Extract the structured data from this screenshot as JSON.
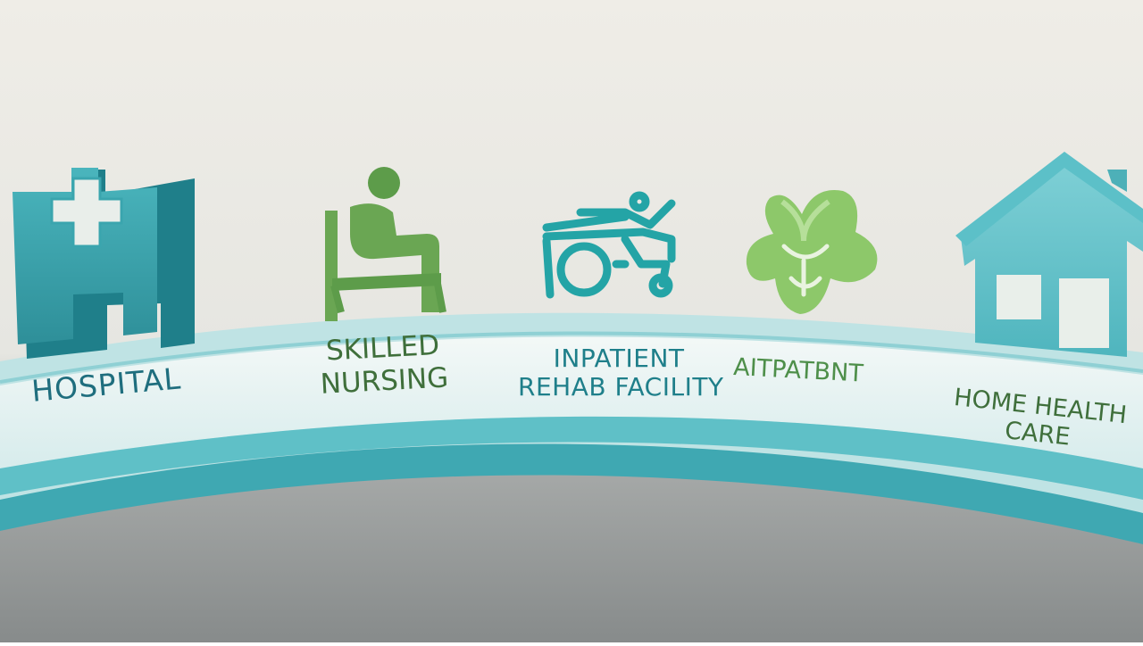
{
  "labels": {
    "hospital": "HOSPITAL",
    "skilled_nursing": [
      "SKILLED",
      "NURSING"
    ],
    "inpatient_rehab": [
      "INPATIENT",
      "REHAB FACILITY"
    ],
    "outpatient": "AITPATBNT",
    "home_health": [
      "HOME HEALTH",
      "CARE"
    ]
  },
  "icons": [
    "hospital-cross-icon",
    "seated-person-icon",
    "wheelchair-person-icon",
    "outpatient-leaf-icon",
    "house-icon"
  ],
  "colors": {
    "teal": "#2f9fa8",
    "teal_light": "#7fcfd3",
    "green": "#5c9a4a",
    "green_light": "#8dc66a",
    "label_teal": "#1f6e7e",
    "label_green": "#3f6f3b"
  }
}
